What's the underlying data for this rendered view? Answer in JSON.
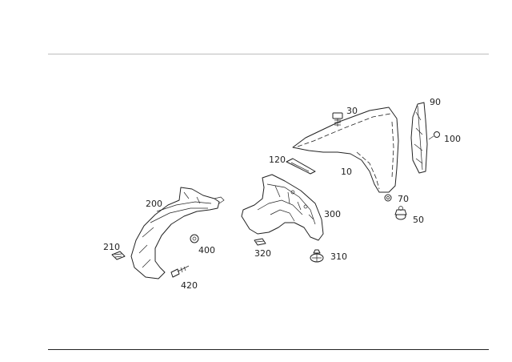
{
  "diagram": {
    "labels": {
      "p10": "10",
      "p30": "30",
      "p50": "50",
      "p70": "70",
      "p90": "90",
      "p100": "100",
      "p120": "120",
      "p200": "200",
      "p210": "210",
      "p300": "300",
      "p310": "310",
      "p320": "320",
      "p400": "400",
      "p420": "420"
    }
  },
  "colors": {
    "line": "#222222",
    "top_rule": "#bdbdbd",
    "background": "#ffffff"
  }
}
